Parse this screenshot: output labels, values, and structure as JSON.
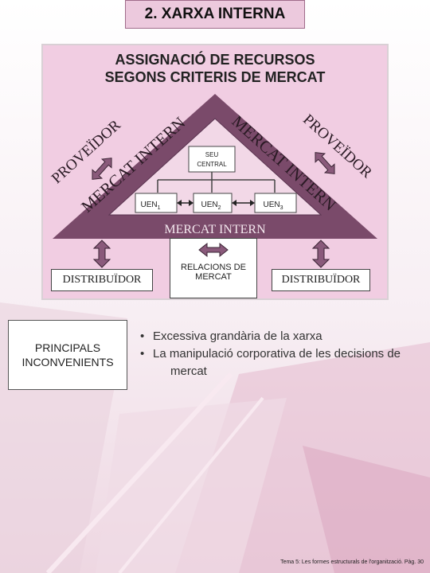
{
  "title": "2. XARXA INTERNA",
  "heading": {
    "line1": "ASSIGNACIÓ DE RECURSOS",
    "line2": "SEGONS CRITERIS DE MERCAT"
  },
  "diagram": {
    "proveidor_left": "PROVEÏDOR",
    "proveidor_right": "PROVEÏDOR",
    "mercat_intern_left": "MERCAT INTERN",
    "mercat_intern_right": "MERCAT INTERN",
    "mercat_intern_bottom": "MERCAT INTERN",
    "seu_central_line1": "SEU",
    "seu_central_line2": "CENTRAL",
    "uen": "UEN",
    "uen1_sub": "1",
    "uen2_sub": "2",
    "uen3_sub": "3",
    "distribuidor_left": "DISTRIBUÏDOR",
    "distribuidor_right": "DISTRIBUÏDOR",
    "relacions_line1": "RELACIONS DE",
    "relacions_line2": "MERCAT"
  },
  "inconvenients": {
    "line1": "PRINCIPALS",
    "line2": "INCONVENIENTS"
  },
  "bullets": {
    "item1": "Excessiva grandària de la xarxa",
    "item2": "La manipulació corporativa de les decisions de",
    "item2_cont": "mercat"
  },
  "footer": "Tema 5: Les formes estructurals de l'organització. Pàg. 30",
  "colors": {
    "triangle_outer": "#7a4a6a",
    "triangle_inner": "#f2d8e7",
    "panel": "#f1cde2",
    "arrow_fill": "#8a5a7b"
  }
}
